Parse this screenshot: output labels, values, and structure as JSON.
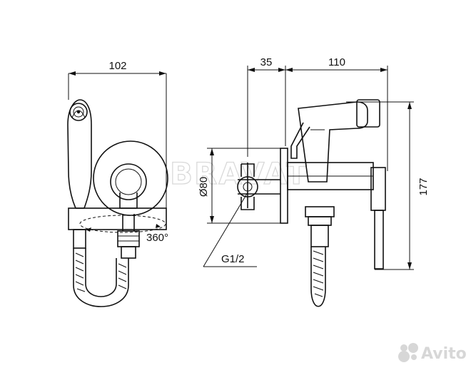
{
  "dimensions": {
    "width_left": "102",
    "depth_flange": "35",
    "depth_handle": "110",
    "height_total": "177",
    "flange_diameter": "Ø80",
    "rotation": "360°",
    "thread": "G1/2"
  },
  "watermark": {
    "brand": "BRAVAT"
  },
  "avito_badge": {
    "label": "Avito"
  },
  "colors": {
    "line": "#111111",
    "watermark": "#d9d9d9"
  }
}
